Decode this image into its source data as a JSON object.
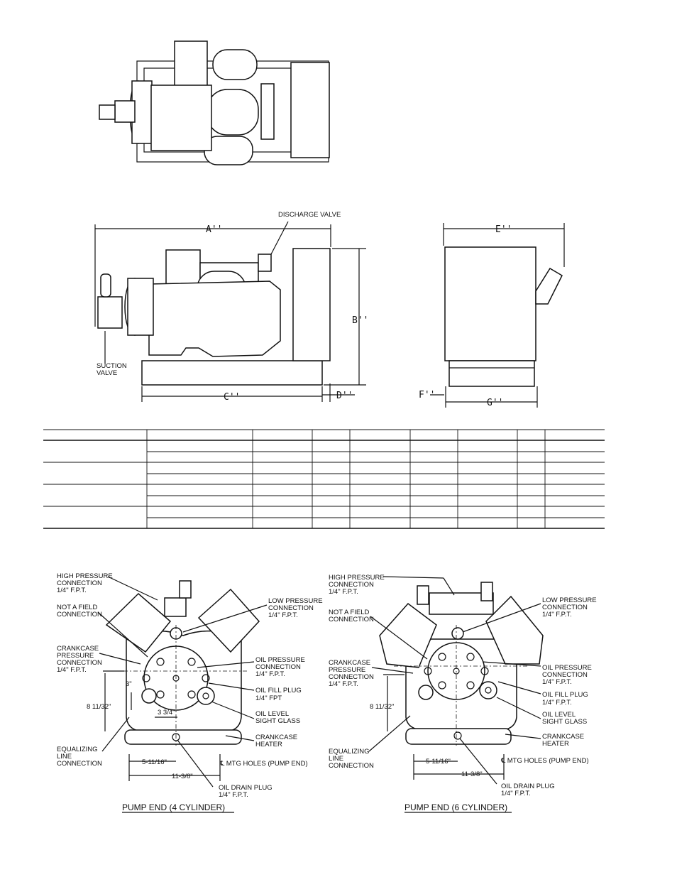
{
  "side_view": {
    "discharge_label": "DISCHARGE VALVE",
    "suction_label": [
      "SUCTION",
      "VALVE"
    ],
    "dim_a": "A''",
    "dim_b": "B''",
    "dim_c": "C''",
    "dim_d": "D''",
    "dim_e": "E''",
    "dim_f": "F''",
    "dim_g": "G''"
  },
  "pump_4": {
    "title": "PUMP END (4 CYLINDER)",
    "labels": {
      "high_pressure": [
        "HIGH PRESSURE",
        "CONNECTION",
        "1/4\" F.P.T."
      ],
      "not_field": [
        "NOT A FIELD",
        "CONNECTION"
      ],
      "crankcase_pressure": [
        "CRANKCASE",
        "PRESSURE",
        "CONNECTION",
        "1/4\" F.P.T."
      ],
      "low_pressure": [
        "LOW PRESSURE",
        "CONNECTION",
        "1/4\" F.P.T."
      ],
      "oil_pressure": [
        "OIL PRESSURE",
        "CONNECTION",
        "1/4\" F.P.T."
      ],
      "oil_fill": [
        "OIL FILL PLUG",
        "1/4\" FPT"
      ],
      "oil_level": [
        "OIL LEVEL",
        "SIGHT GLASS"
      ],
      "crankcase_heater": [
        "CRANKCASE",
        "HEATER"
      ],
      "equalizing": [
        "EQUALIZING",
        "LINE",
        "CONNECTION"
      ],
      "mtg_holes": "℄ MTG HOLES (PUMP END)",
      "oil_drain": [
        "OIL DRAIN PLUG",
        "1/4\" F.P.T."
      ]
    },
    "dims": {
      "d3": "3\"",
      "d334": "3 3/4\"",
      "d8": "8 11/32\"",
      "d5": "5-11/16\"",
      "d11": "11-3/8\""
    }
  },
  "pump_6": {
    "title": "PUMP END (6 CYLINDER)",
    "labels": {
      "high_pressure": [
        "HIGH PRESSURE",
        "CONNECTION",
        "1/4\" F.P.T."
      ],
      "not_field": [
        "NOT A FIELD",
        "CONNECTION"
      ],
      "crankcase_pressure": [
        "CRANKCASE",
        "PRESSURE",
        "CONNECTION",
        "1/4\" F.P.T."
      ],
      "low_pressure": [
        "LOW PRESSURE",
        "CONNECTION",
        "1/4\" F.P.T."
      ],
      "oil_pressure": [
        "OIL PRESSURE",
        "CONNECTION",
        "1/4\" F.P.T."
      ],
      "oil_fill": [
        "OIL FILL PLUG",
        "1/4\" F.P.T."
      ],
      "oil_level": [
        "OIL LEVEL",
        "SIGHT GLASS"
      ],
      "crankcase_heater": [
        "CRANKCASE",
        "HEATER"
      ],
      "equalizing": [
        "EQUALIZING",
        "LINE",
        "CONNECTION"
      ],
      "mtg_holes": "℄ MTG HOLES (PUMP END)",
      "oil_drain": [
        "OIL DRAIN PLUG",
        "1/4\" F.P.T."
      ]
    },
    "dims": {
      "d8": "8 11/32\"",
      "d5": "5-11/16\"",
      "d11": "11-3/8\""
    }
  }
}
